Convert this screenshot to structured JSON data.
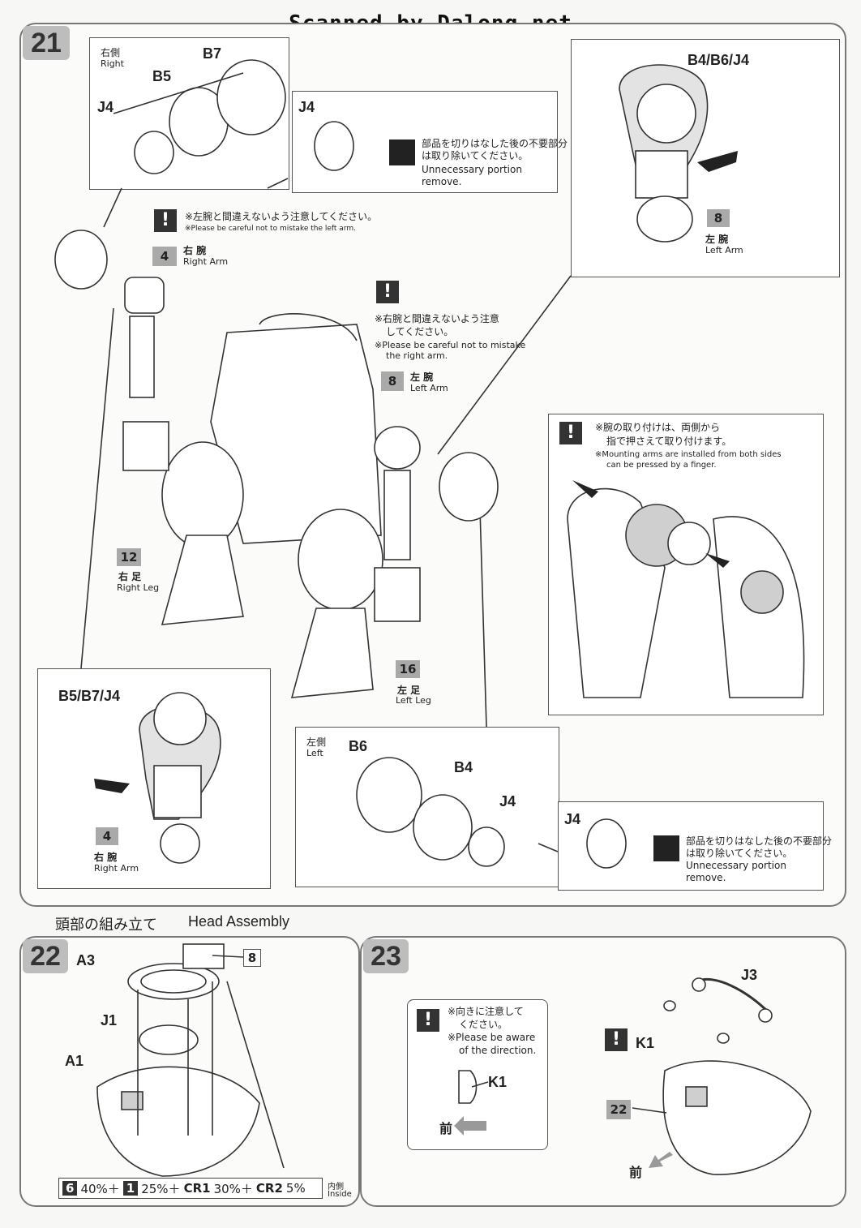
{
  "header": {
    "scanned": "Scanned by Dalong.net"
  },
  "step21": {
    "number": "21",
    "right_box": {
      "jp": "右側",
      "en": "Right",
      "parts": [
        "B7",
        "B5",
        "J4"
      ]
    },
    "j4_box": {
      "part": "J4",
      "jp": "部品を切りはなした後の不要部分\nは取り除いてください。",
      "en": "Unnecessary portion\nremove."
    },
    "note_left": {
      "jp": "※左腕と間違えないよう注意してください。",
      "en": "※Please be careful not to mistake the left arm."
    },
    "right_arm_tag": {
      "num": "4",
      "jp": "右 腕",
      "en": "Right Arm"
    },
    "note_right": {
      "jp1": "※右腕と間違えないよう注意",
      "jp2": "してください。",
      "en1": "※Please be careful not to mistake",
      "en2": "the right arm."
    },
    "left_arm_tag": {
      "num": "8",
      "jp": "左 腕",
      "en": "Left Arm"
    },
    "right_leg_tag": {
      "num": "12",
      "jp": "右 足",
      "en": "Right Leg"
    },
    "left_leg_tag": {
      "num": "16",
      "jp": "左 足",
      "en": "Left Leg"
    },
    "topright_box": {
      "parts": "B4/B6/J4",
      "num": "8",
      "jp": "左 腕",
      "en": "Left Arm"
    },
    "mount_box": {
      "jp1": "※腕の取り付けは、両側から",
      "jp2": "指で押さえて取り付けます。",
      "en1": "※Mounting arms are installed from both sides",
      "en2": "can be pressed by a finger."
    },
    "bottomleft_box": {
      "parts": "B5/B7/J4",
      "num": "4",
      "jp": "右 腕",
      "en": "Right Arm"
    },
    "left_box": {
      "jp": "左側",
      "en": "Left",
      "parts": [
        "B6",
        "B4",
        "J4"
      ]
    },
    "j4_box2": {
      "part": "J4",
      "jp": "部品を切りはなした後の不要部分\nは取り除いてください。",
      "en": "Unnecessary portion\nremove."
    }
  },
  "head": {
    "title_jp": "頭部の組み立て",
    "title_en": "Head Assembly",
    "step22": {
      "number": "22",
      "parts": [
        "A3",
        "8",
        "J1",
        "A1"
      ],
      "paint": {
        "c1": "6",
        "p1": "40%＋",
        "c2": "1",
        "p2": "25%＋",
        "c3": "CR1",
        "p3": "30%＋",
        "c4": "CR2",
        "p4": "5%",
        "jp": "内側",
        "en": "Inside"
      }
    },
    "step23": {
      "number": "23",
      "note": {
        "jp1": "※向きに注意して",
        "jp2": "ください。",
        "en1": "※Please be aware",
        "en2": "of the direction."
      },
      "k1": "K1",
      "front": "前",
      "parts": [
        "J3",
        "K1",
        "22"
      ],
      "front2": "前"
    }
  }
}
